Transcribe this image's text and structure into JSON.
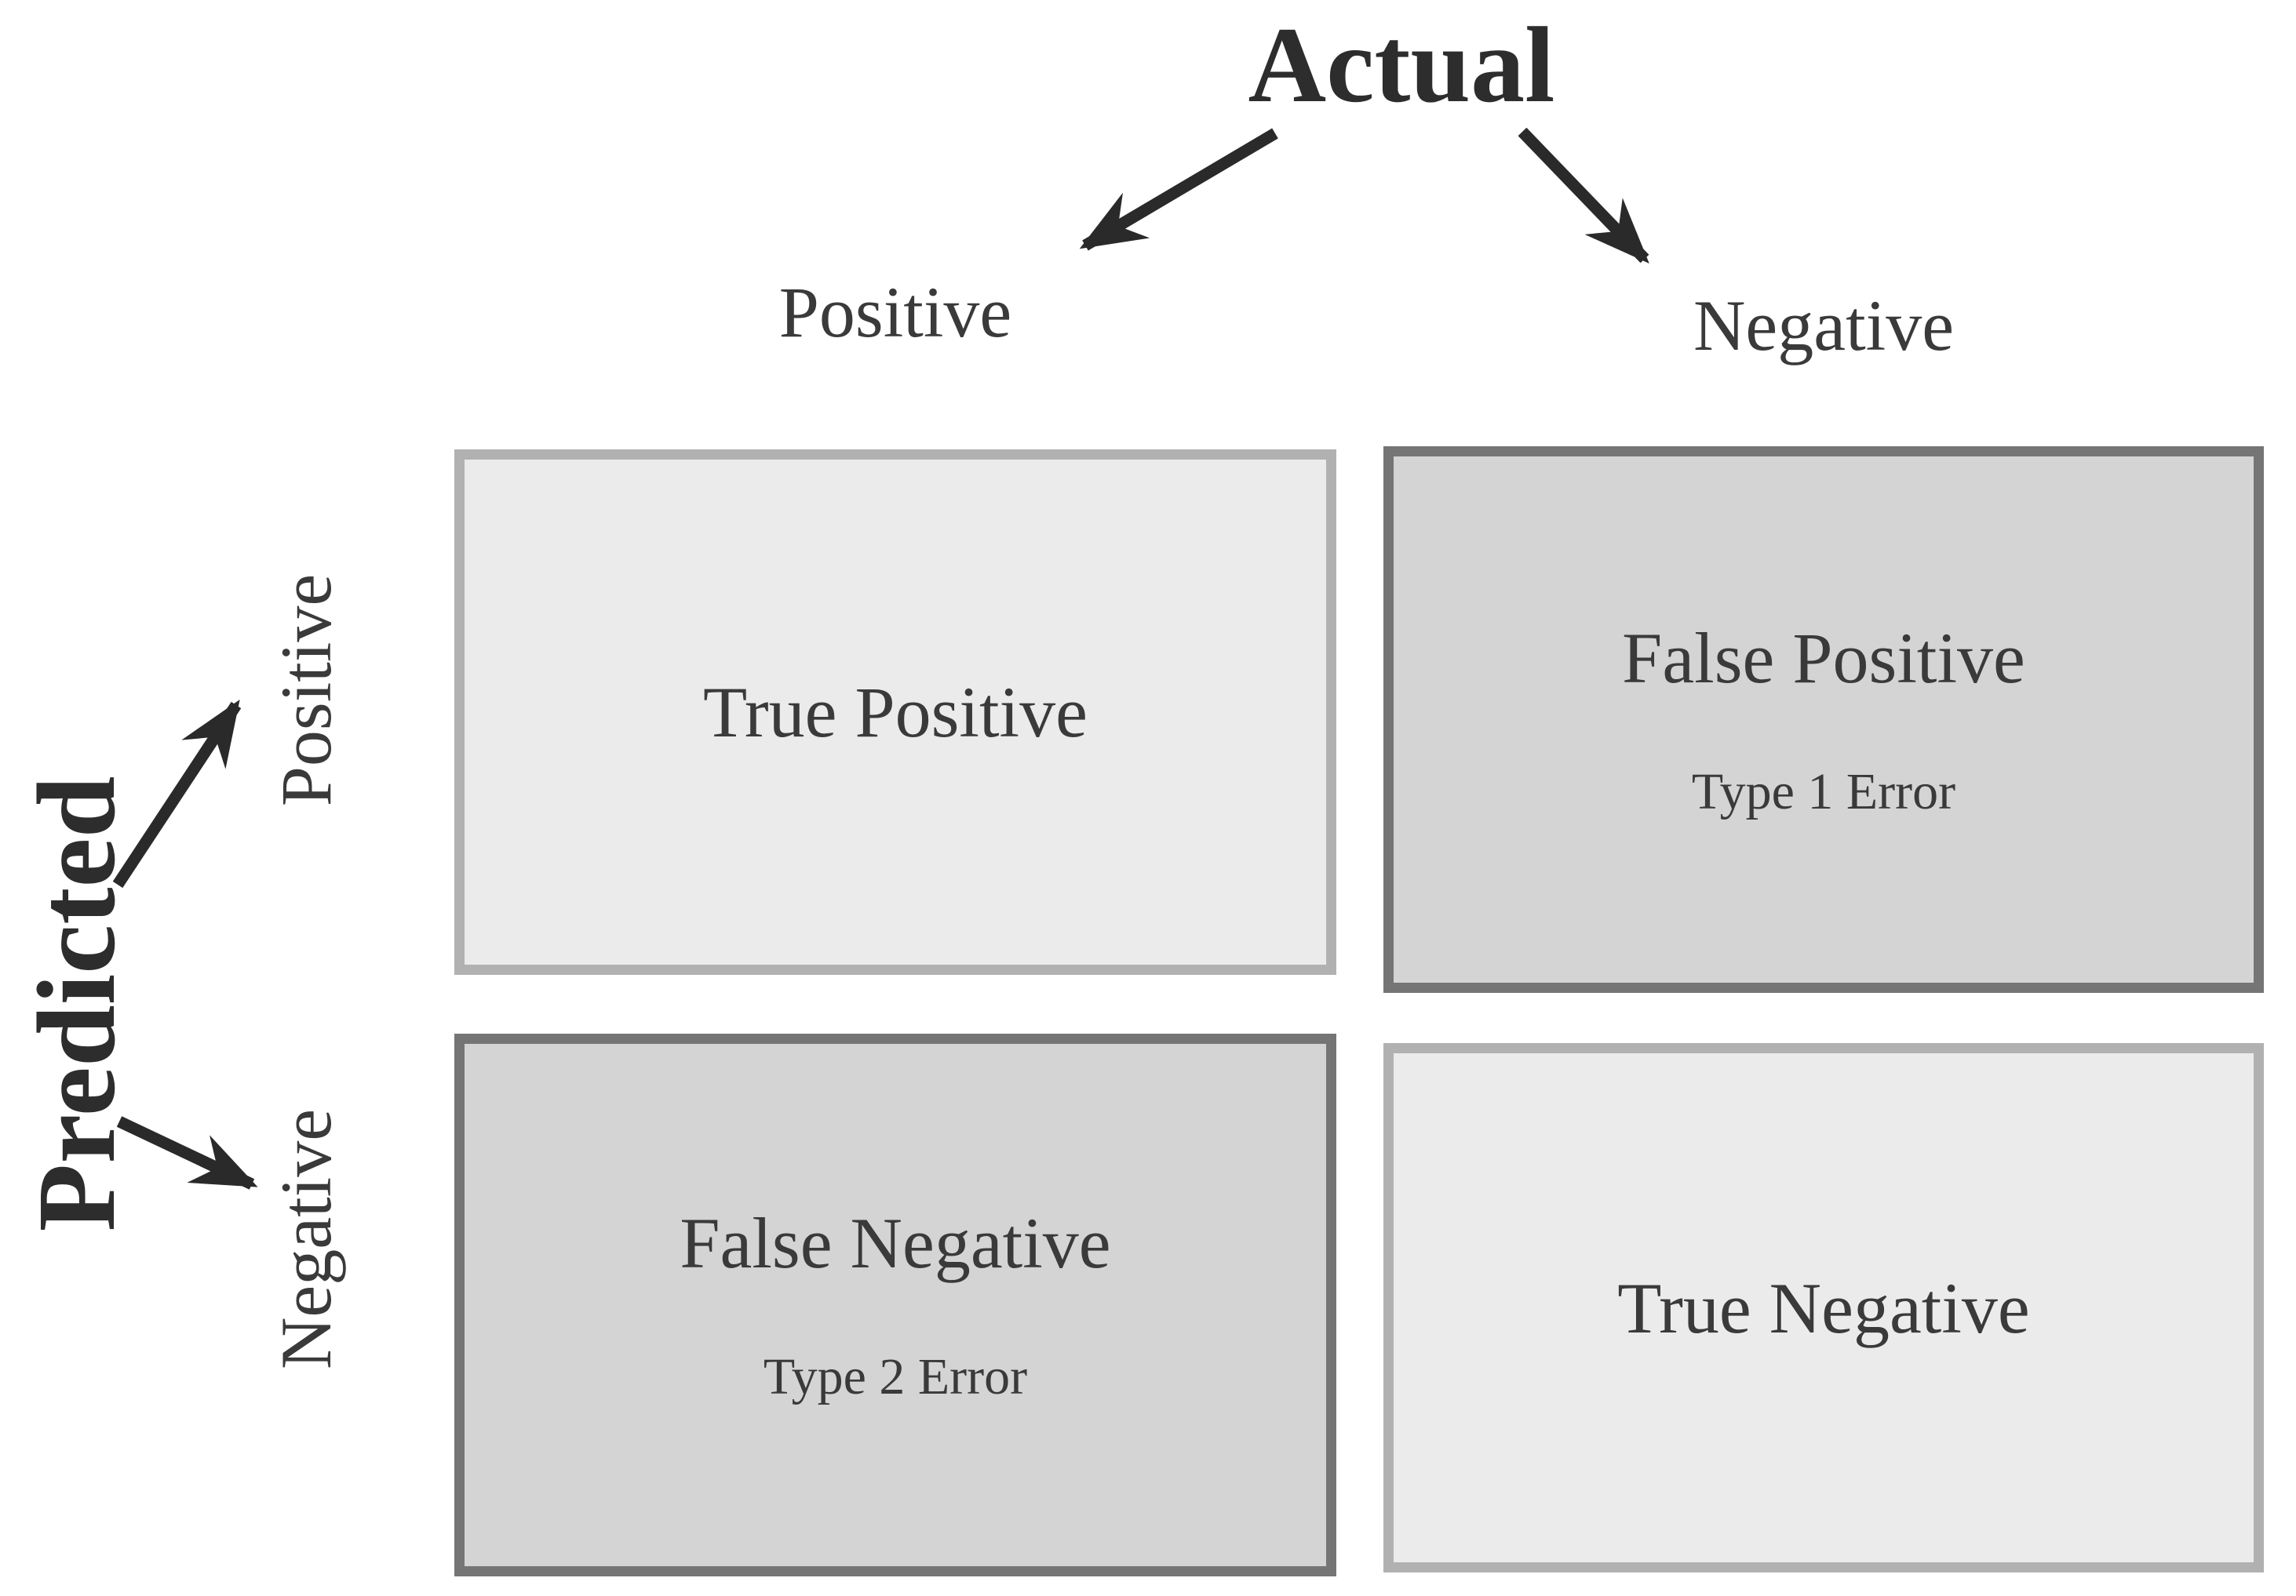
{
  "figure": {
    "type": "confusion-matrix-diagram"
  },
  "axes": {
    "actual": {
      "title": "Actual",
      "positive_label": "Positive",
      "negative_label": "Negative"
    },
    "predicted": {
      "title": "Predicted",
      "positive_label": "Positive",
      "negative_label": "Negative"
    }
  },
  "cells": {
    "true_positive": {
      "label": "True Positive"
    },
    "false_positive": {
      "label": "False Positive",
      "sublabel": "Type 1 Error"
    },
    "false_negative": {
      "label": "False Negative",
      "sublabel": "Type 2 Error"
    },
    "true_negative": {
      "label": "True Negative"
    }
  },
  "colors": {
    "background": "#ffffff",
    "light-fill": "#ebebeb",
    "light-border": "#b1b1b1",
    "dark-fill": "#d4d4d4",
    "dark-border": "#757575",
    "label-text": "#3a3a3a",
    "title-text": "#2d2d2d",
    "arrow": "#2a2a2a"
  }
}
